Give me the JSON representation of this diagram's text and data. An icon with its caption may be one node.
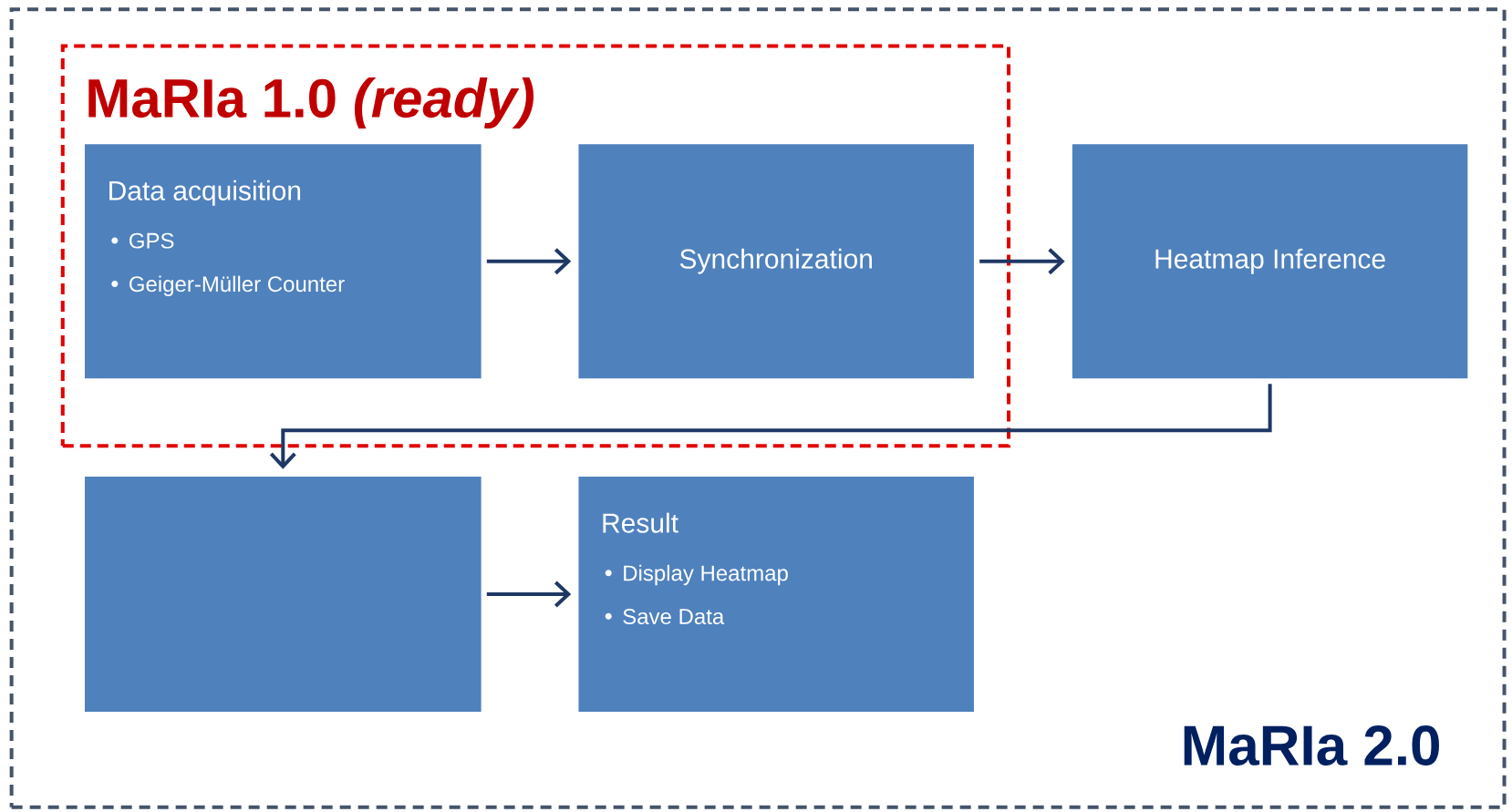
{
  "diagram": {
    "nodes": [
      {
        "text": [
          "MaRIa 2.0"
        ]
      },
      {
        "text": [
          "MaRIa 1.0 *(ready)*"
        ],
        "in": 0
      },
      {
        "text": [
          "Data acquisition",
          "GPS",
          "Geiger-Müller Counter"
        ],
        "in": 1
      },
      {
        "text": [
          "Synchronization"
        ],
        "in": 1
      },
      {
        "text": [
          "Heatmap Inference"
        ],
        "in": 0
      },
      {
        "text": [],
        "shape": "box",
        "in": 0
      },
      {
        "text": [
          "Result",
          "Display Heatmap",
          "Save Data"
        ],
        "in": 0
      }
    ],
    "edges": [
      {
        "from": 2,
        "to": 3,
        "arrow": "to"
      },
      {
        "from": 3,
        "to": 4,
        "arrow": "to"
      },
      {
        "from": 4,
        "to": 5,
        "arrow": "to"
      },
      {
        "from": 5,
        "to": 6,
        "arrow": "to"
      }
    ]
  }
}
